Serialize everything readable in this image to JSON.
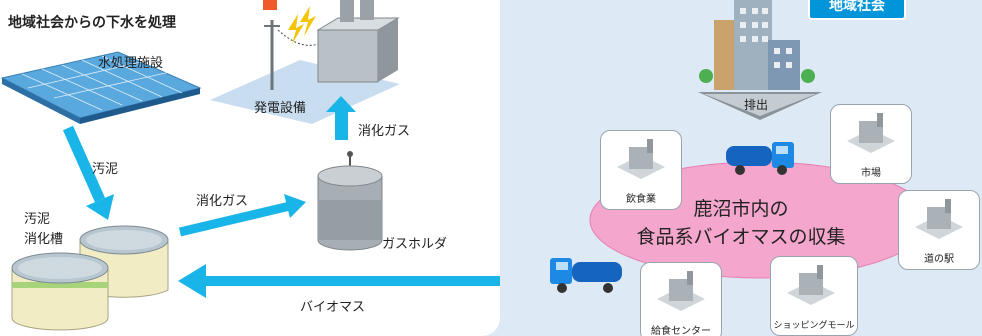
{
  "left": {
    "title": "地域社会からの下水を処理",
    "water_facility": "水処理施設",
    "power_facility": "発電設備",
    "digestion_gas_up": "消化ガス",
    "sludge": "汚泥",
    "digester_line1": "汚泥",
    "digester_line2": "消化槽",
    "digestion_gas_right": "消化ガス",
    "gas_holder": "ガスホルダ",
    "biomass": "バイオマス"
  },
  "right": {
    "badge": "地域社会",
    "discharge": "排出",
    "center_line1": "鹿沼市内の",
    "center_line2": "食品系バイオマスの収集",
    "facilities": [
      "飲食業",
      "市場",
      "道の駅",
      "ショッピングモール",
      "給食センター"
    ]
  },
  "colors": {
    "arrow": "#19b5e8",
    "badge": "#0095d9",
    "ellipse": "#f4a6cc",
    "background_right": "#dde9f5"
  }
}
